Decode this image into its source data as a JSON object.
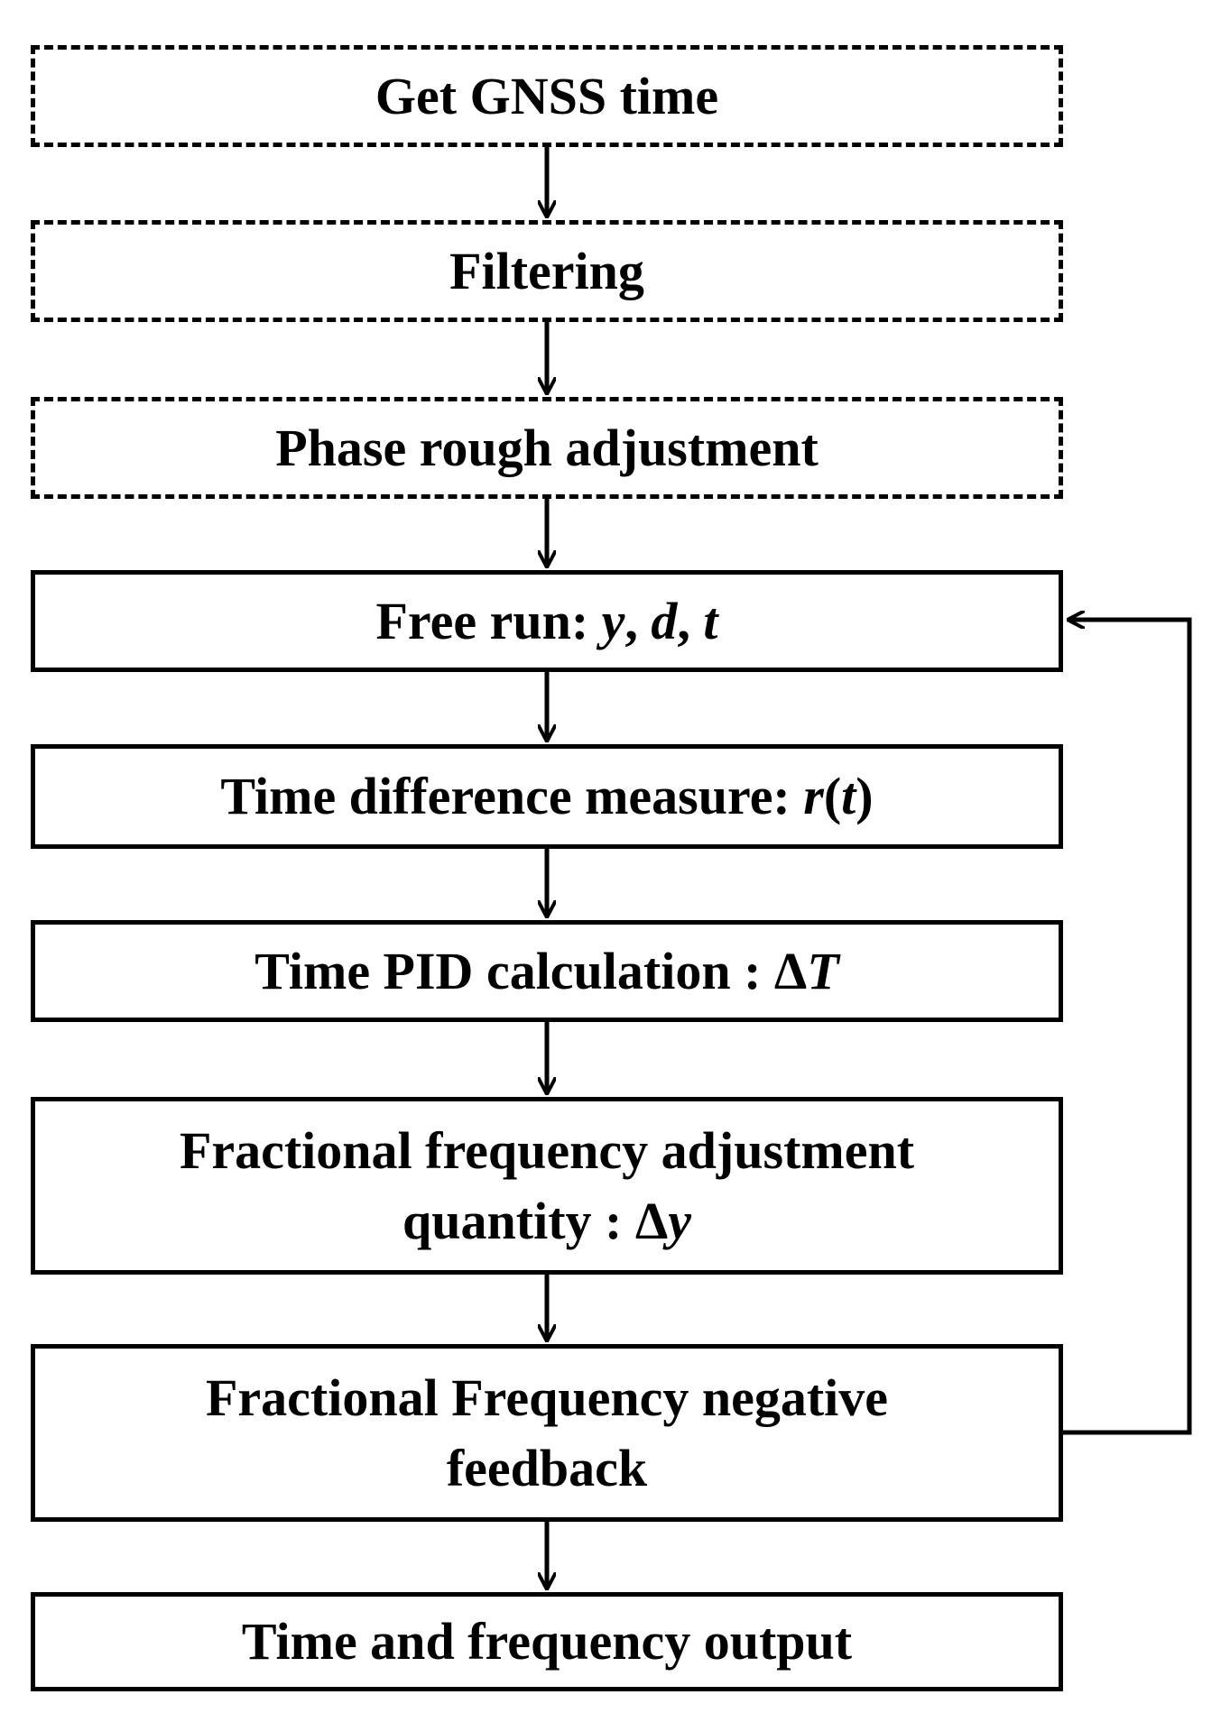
{
  "steps": {
    "get_gnss": {
      "text": "Get GNSS time",
      "style": "dashed"
    },
    "filtering": {
      "text": "Filtering",
      "style": "dashed"
    },
    "phase_rough": {
      "text": "Phase rough adjustment",
      "style": "dashed"
    },
    "free_run": {
      "prefix": "Free run: ",
      "var_y": "y",
      "sep1": ", ",
      "var_d": "d",
      "sep2": ", ",
      "var_t": "t",
      "style": "solid"
    },
    "time_diff": {
      "prefix": "Time difference measure: ",
      "var_r": "r",
      "paren_open": "(",
      "var_t": "t",
      "paren_close": ")",
      "style": "solid"
    },
    "time_pid": {
      "prefix": "Time PID calculation : ",
      "delta": "Δ",
      "var_T": "T",
      "style": "solid"
    },
    "frac_adj": {
      "line1": "Fractional frequency adjustment",
      "line2_prefix": "quantity : ",
      "delta": "Δ",
      "var_y": "y",
      "style": "solid"
    },
    "neg_feedback": {
      "line1": "Fractional Frequency negative",
      "line2": "feedback",
      "style": "solid"
    },
    "output": {
      "text": "Time and frequency output",
      "style": "solid"
    }
  },
  "colors": {
    "stroke": "#000000",
    "background": "#ffffff"
  }
}
